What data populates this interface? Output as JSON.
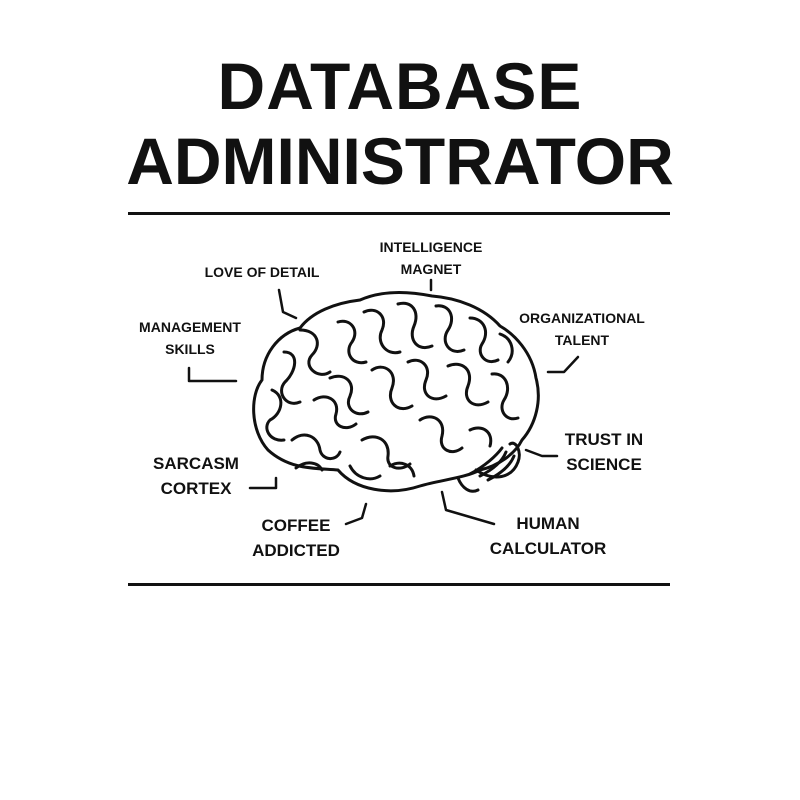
{
  "title": {
    "line1": "DATABASE",
    "line2": "ADMINISTRATOR"
  },
  "labels": {
    "intelligence_magnet": [
      "INTELLIGENCE",
      "MAGNET"
    ],
    "love_of_detail": [
      "LOVE OF DETAIL"
    ],
    "management_skills": [
      "MANAGEMENT",
      "SKILLS"
    ],
    "organizational_talent": [
      "ORGANIZATIONAL",
      "TALENT"
    ],
    "trust_in_science": [
      "TRUST IN",
      "SCIENCE"
    ],
    "sarcasm_cortex": [
      "SARCASM",
      "CORTEX"
    ],
    "coffee_addicted": [
      "COFFEE",
      "ADDICTED"
    ],
    "human_calculator": [
      "HUMAN",
      "CALCULATOR"
    ]
  },
  "colors": {
    "ink": "#111111",
    "background": "#ffffff"
  },
  "icons": {
    "brain": "brain-icon"
  }
}
